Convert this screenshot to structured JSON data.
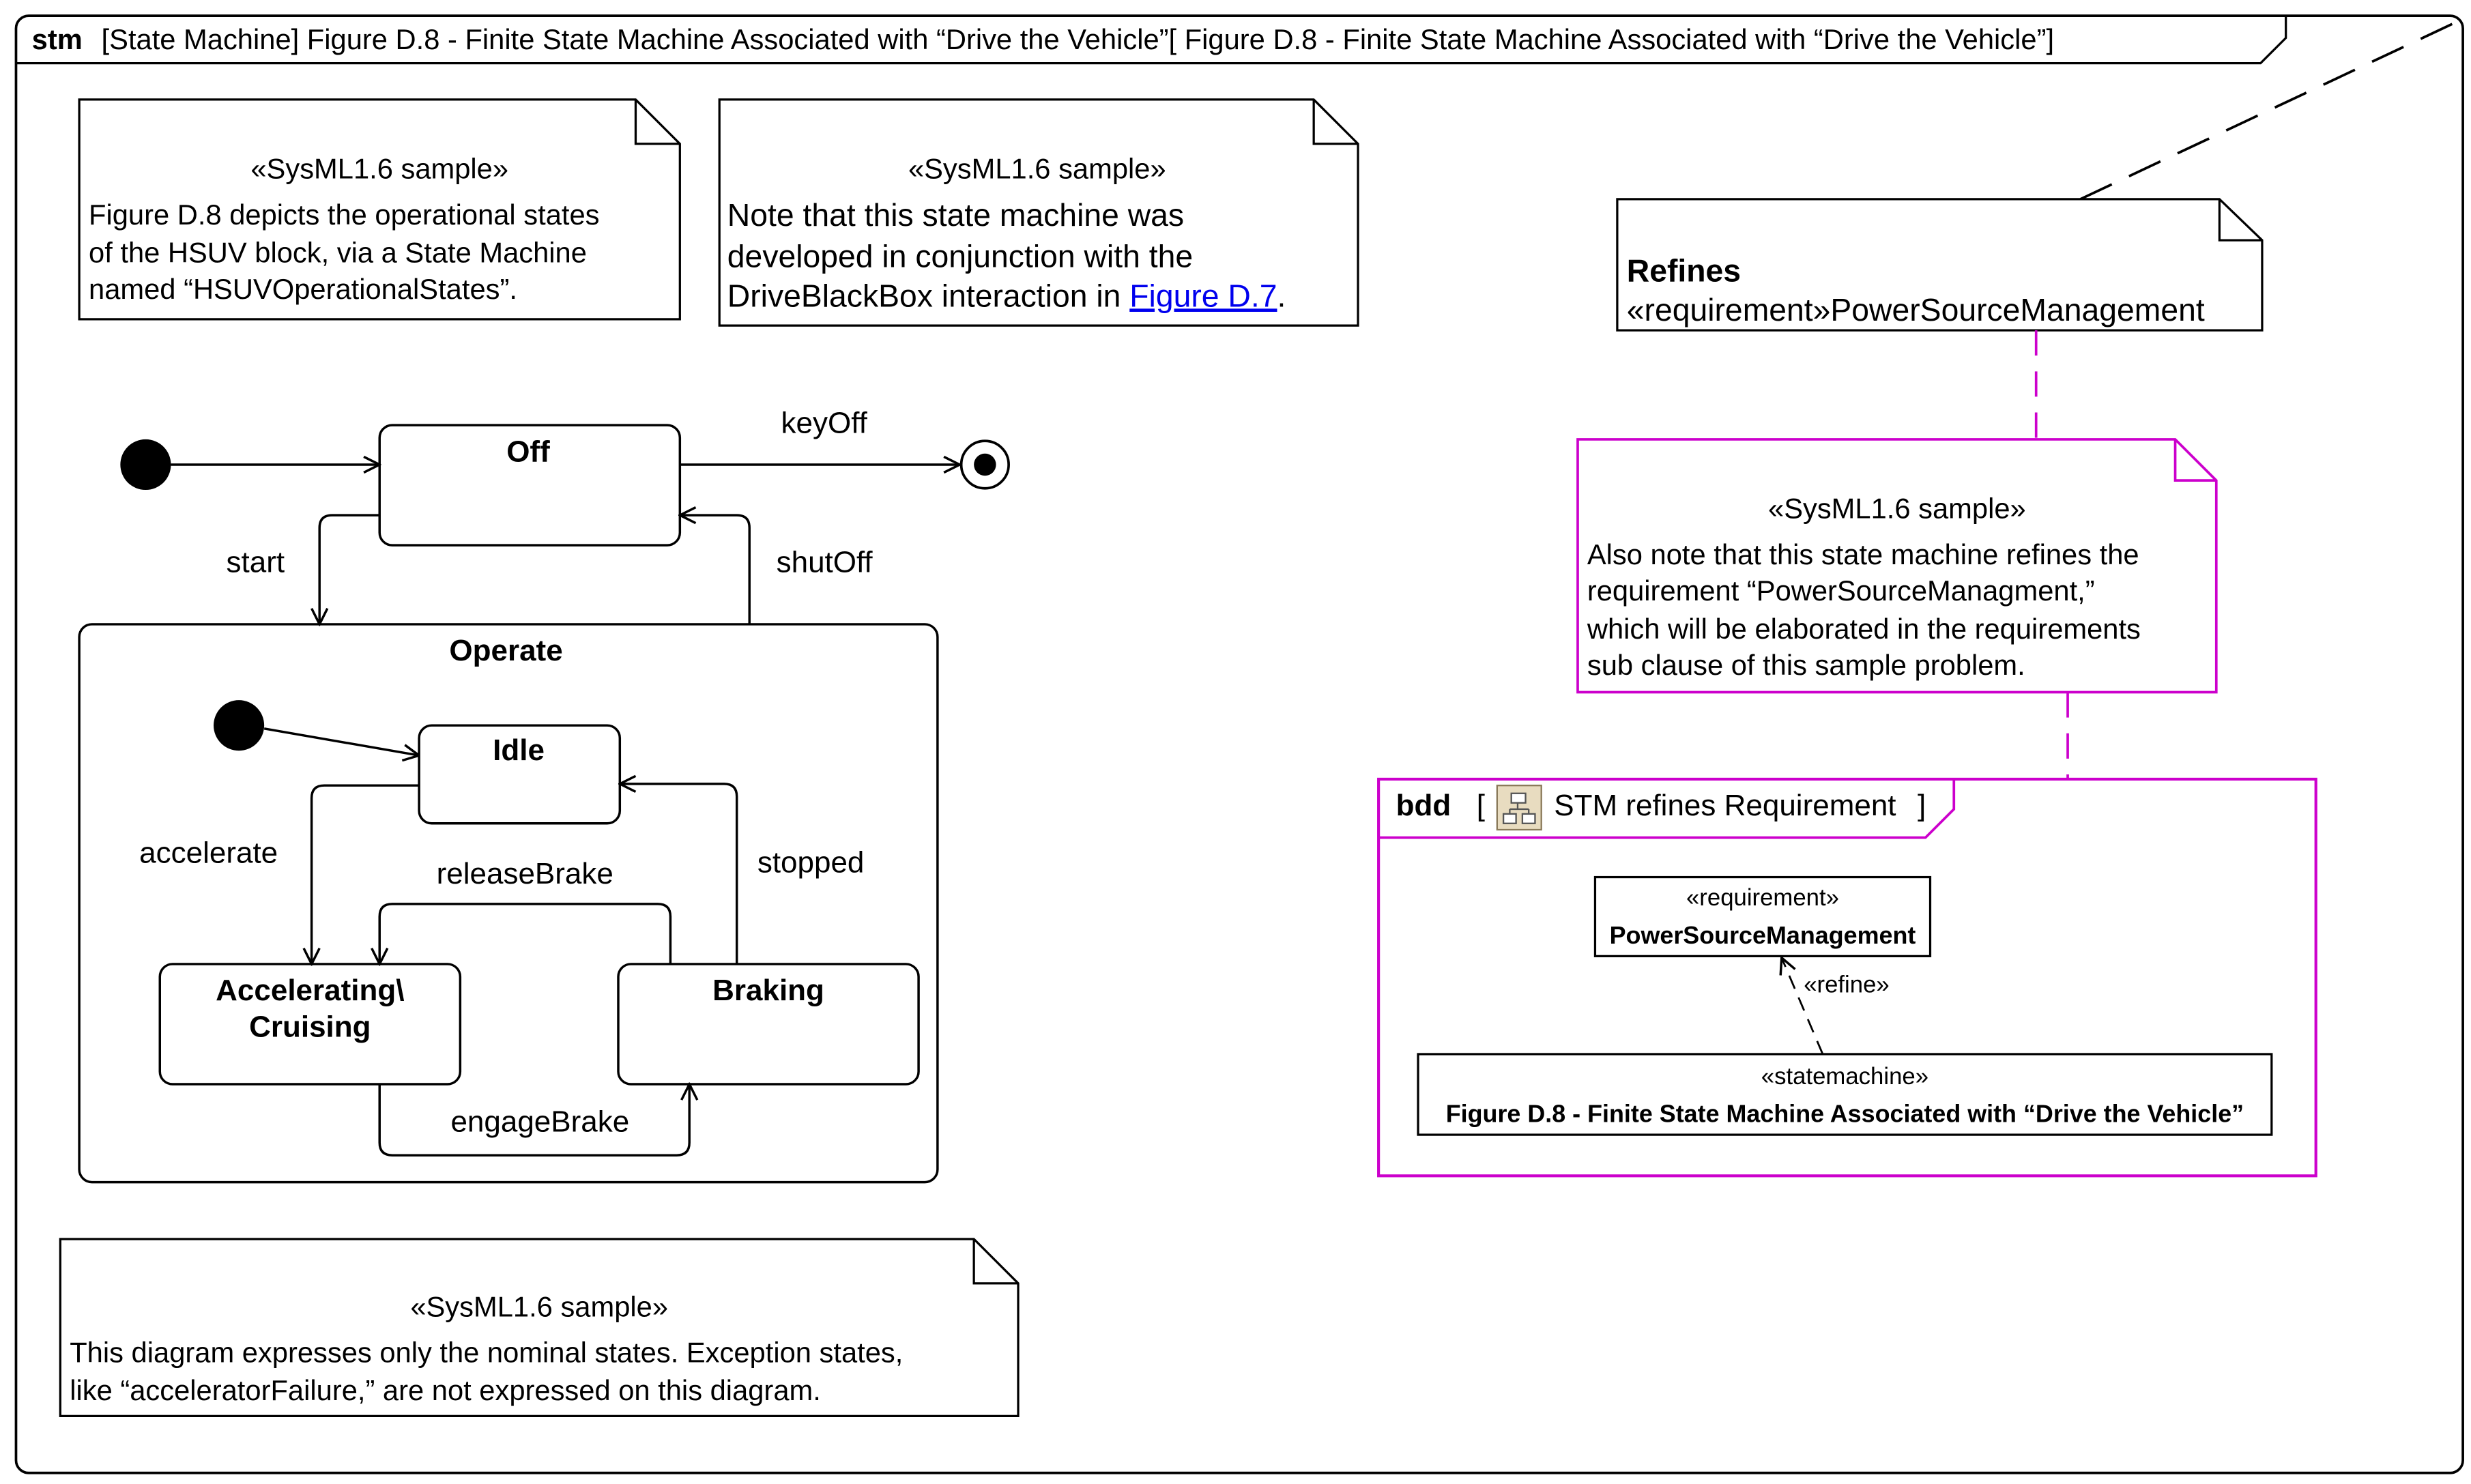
{
  "frame": {
    "keyword": "stm",
    "title": "[State Machine] Figure D.8 - Finite State Machine Associated with “Drive the Vehicle”[ Figure D.8 - Finite State Machine Associated with “Drive the Vehicle”]"
  },
  "notes": {
    "n1": {
      "stereotype": "«SysML1.6 sample»",
      "lines": [
        "Figure D.8 depicts the operational states",
        "of the HSUV block, via a State Machine",
        "named “HSUVOperationalStates”."
      ]
    },
    "n2": {
      "stereotype": "«SysML1.6 sample»",
      "line1": "Note that this state machine was",
      "line2": "developed in conjunction with the",
      "line3_prefix": "DriveBlackBox interaction in ",
      "line3_link": "Figure D.7",
      "line3_suffix": "."
    },
    "refines": {
      "title": "Refines",
      "text": "«requirement»PowerSourceManagement"
    },
    "n3": {
      "stereotype": "«SysML1.6 sample»",
      "lines": [
        "Also note that this state machine refines the",
        "requirement “PowerSourceManagment,”",
        "which will be elaborated in the requirements",
        "sub clause of this sample problem."
      ]
    },
    "n4": {
      "stereotype": "«SysML1.6 sample»",
      "lines": [
        "This diagram expresses only the nominal states. Exception states,",
        "like “acceleratorFailure,” are not expressed on this diagram."
      ]
    }
  },
  "states": {
    "off": "Off",
    "operate": "Operate",
    "idle": "Idle",
    "accel_line1": "Accelerating\\",
    "accel_line2": "Cruising",
    "braking": "Braking"
  },
  "transitions": {
    "keyOff": "keyOff",
    "start": "start",
    "shutOff": "shutOff",
    "accelerate": "accelerate",
    "releaseBrake": "releaseBrake",
    "stopped": "stopped",
    "engageBrake": "engageBrake"
  },
  "bdd": {
    "keyword": "bdd",
    "open_bracket": "[",
    "title": "STM refines Requirement",
    "close_bracket": "]",
    "requirement": {
      "stereotype": "«requirement»",
      "name": "PowerSourceManagement"
    },
    "refine_label": "«refine»",
    "statemachine": {
      "stereotype": "«statemachine»",
      "name": "Figure D.8 - Finite State Machine Associated with “Drive the Vehicle”"
    }
  },
  "colors": {
    "ink": "#000000",
    "magenta": "#cc00cc",
    "link": "#0000ee",
    "icon_fill": "#e8dcc0"
  }
}
